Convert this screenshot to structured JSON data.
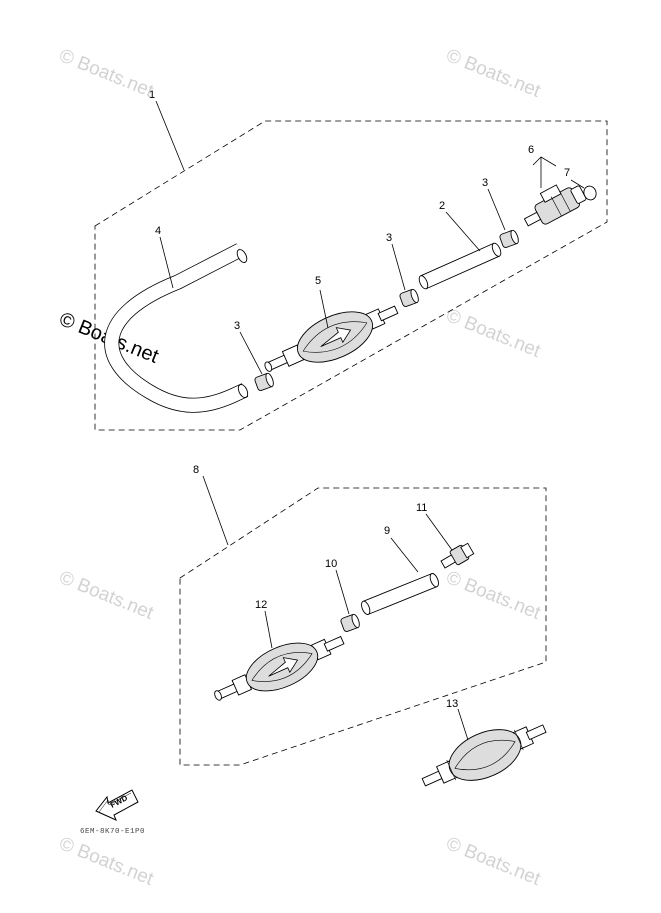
{
  "watermark": {
    "text": "© Boats.net",
    "brand_color": "#000000",
    "faint_color": "#d2d2d2"
  },
  "callouts": {
    "c1": "1",
    "c2": "2",
    "c3a": "3",
    "c3b": "3",
    "c3c": "3",
    "c4": "4",
    "c5": "5",
    "c6": "6",
    "c7": "7",
    "c8": "8",
    "c9": "9",
    "c10": "10",
    "c11": "11",
    "c12": "12",
    "c13": "13"
  },
  "fwd_label": "FWD",
  "diagram_code": "6EM-8K70-E1P0"
}
